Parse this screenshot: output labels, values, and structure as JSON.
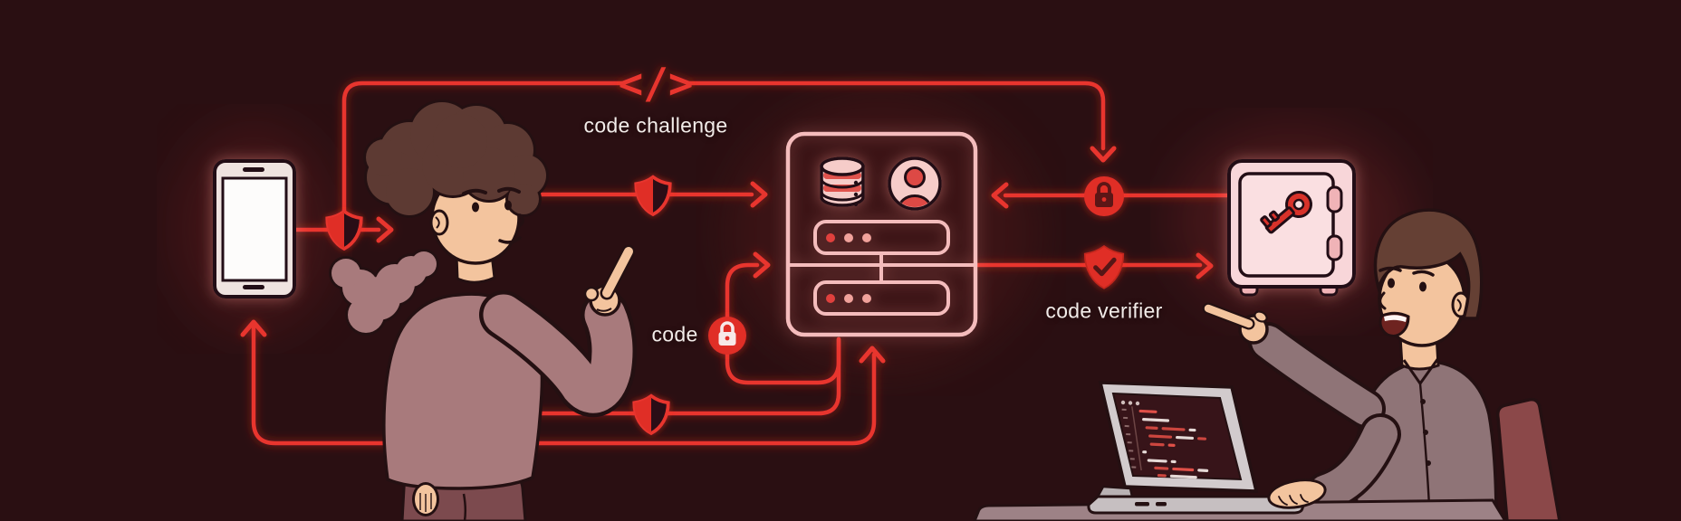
{
  "labels": {
    "code_challenge": "code challenge",
    "code": "code",
    "code_verifier": "code verifier"
  },
  "code_tag_glyph": "</>",
  "colors": {
    "background": "#2a0f12",
    "flow_red": "#e8352e",
    "icon_red": "#e02f28",
    "panel_pink": "#f4bcbc",
    "device_body_pink": "#f8d6d9",
    "vault_key_red": "#d8302b",
    "label_text": "#f2ece9",
    "outline_dark": "#241012",
    "skin": "#f3c49e",
    "hoodie_mauve": "#a87a7c",
    "shirt_mauve": "#8f7477",
    "hair_brown": "#5d3a33",
    "laptop_screen": "#371419",
    "desk": "#9d8286",
    "chair": "#8b4849"
  },
  "icons": [
    {
      "name": "code-tag-icon",
      "glyph": "</>"
    },
    {
      "name": "shield-half-icon",
      "glyph": "shield, left half filled"
    },
    {
      "name": "lock-circle-icon",
      "glyph": "padlock in circle"
    },
    {
      "name": "shield-check-icon",
      "glyph": "shield with checkmark"
    },
    {
      "name": "database-icon",
      "glyph": "database cylinder"
    },
    {
      "name": "user-avatar-icon",
      "glyph": "person in circle"
    },
    {
      "name": "key-icon",
      "glyph": "key"
    }
  ]
}
